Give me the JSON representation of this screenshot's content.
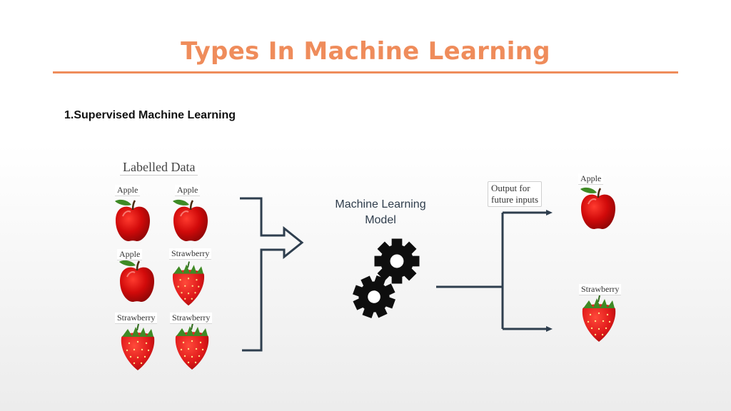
{
  "slide": {
    "title": "Types In Machine Learning",
    "subtitle": "1.Supervised Machine Learning",
    "labelled_data": "Labelled Data",
    "training_items": [
      {
        "label": "Apple",
        "fruit": "apple"
      },
      {
        "label": "Apple",
        "fruit": "apple"
      },
      {
        "label": "Apple",
        "fruit": "apple"
      },
      {
        "label": "Strawberry",
        "fruit": "strawberry"
      },
      {
        "label": "Strawberry",
        "fruit": "strawberry"
      },
      {
        "label": "Strawberry",
        "fruit": "strawberry"
      }
    ],
    "model_label_line1": "Machine Learning",
    "model_label_line2": "Model",
    "output_label_line1": "Output for",
    "output_label_line2": "future inputs",
    "outputs": [
      {
        "label": "Apple",
        "fruit": "apple"
      },
      {
        "label": "Strawberry",
        "fruit": "strawberry"
      }
    ],
    "colors": {
      "title": "#ef8c5b",
      "connector": "#2e3e4e",
      "apple": "#d10a0a",
      "strawberry": "#e0191a",
      "leaf": "#3f8a25"
    },
    "icons": [
      "gears-icon",
      "apple-icon",
      "strawberry-icon",
      "arrow-right-icon"
    ]
  }
}
